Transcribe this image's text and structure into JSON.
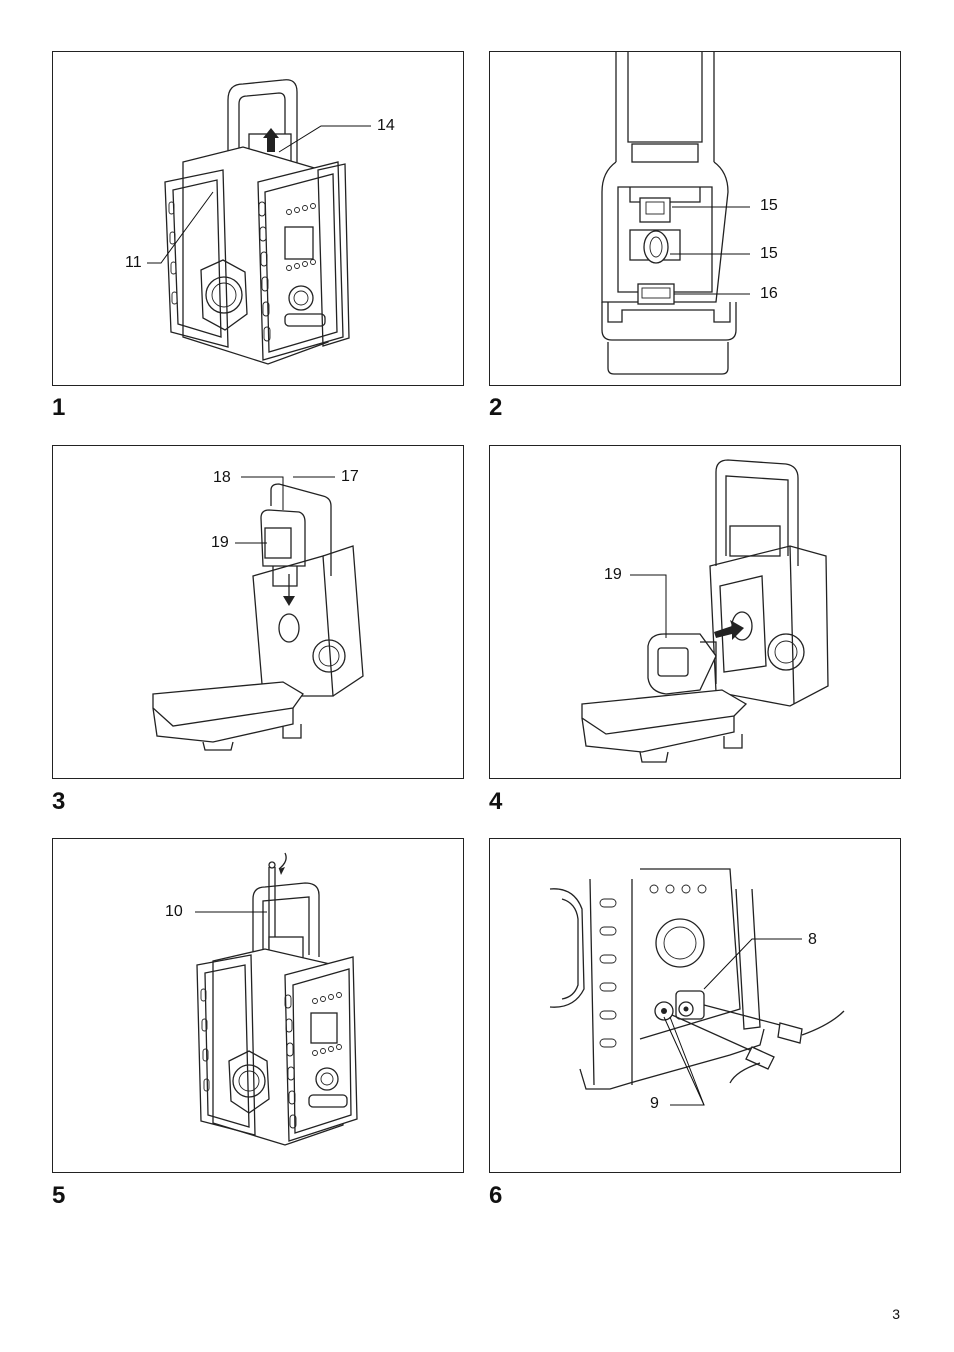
{
  "figures": [
    {
      "number": "1",
      "callouts": [
        "14",
        "11"
      ]
    },
    {
      "number": "2",
      "callouts": [
        "15",
        "15",
        "16"
      ]
    },
    {
      "number": "3",
      "callouts": [
        "18",
        "17",
        "19"
      ]
    },
    {
      "number": "4",
      "callouts": [
        "19"
      ]
    },
    {
      "number": "5",
      "callouts": [
        "10"
      ]
    },
    {
      "number": "6",
      "callouts": [
        "8",
        "9"
      ]
    }
  ],
  "page_number": "3"
}
